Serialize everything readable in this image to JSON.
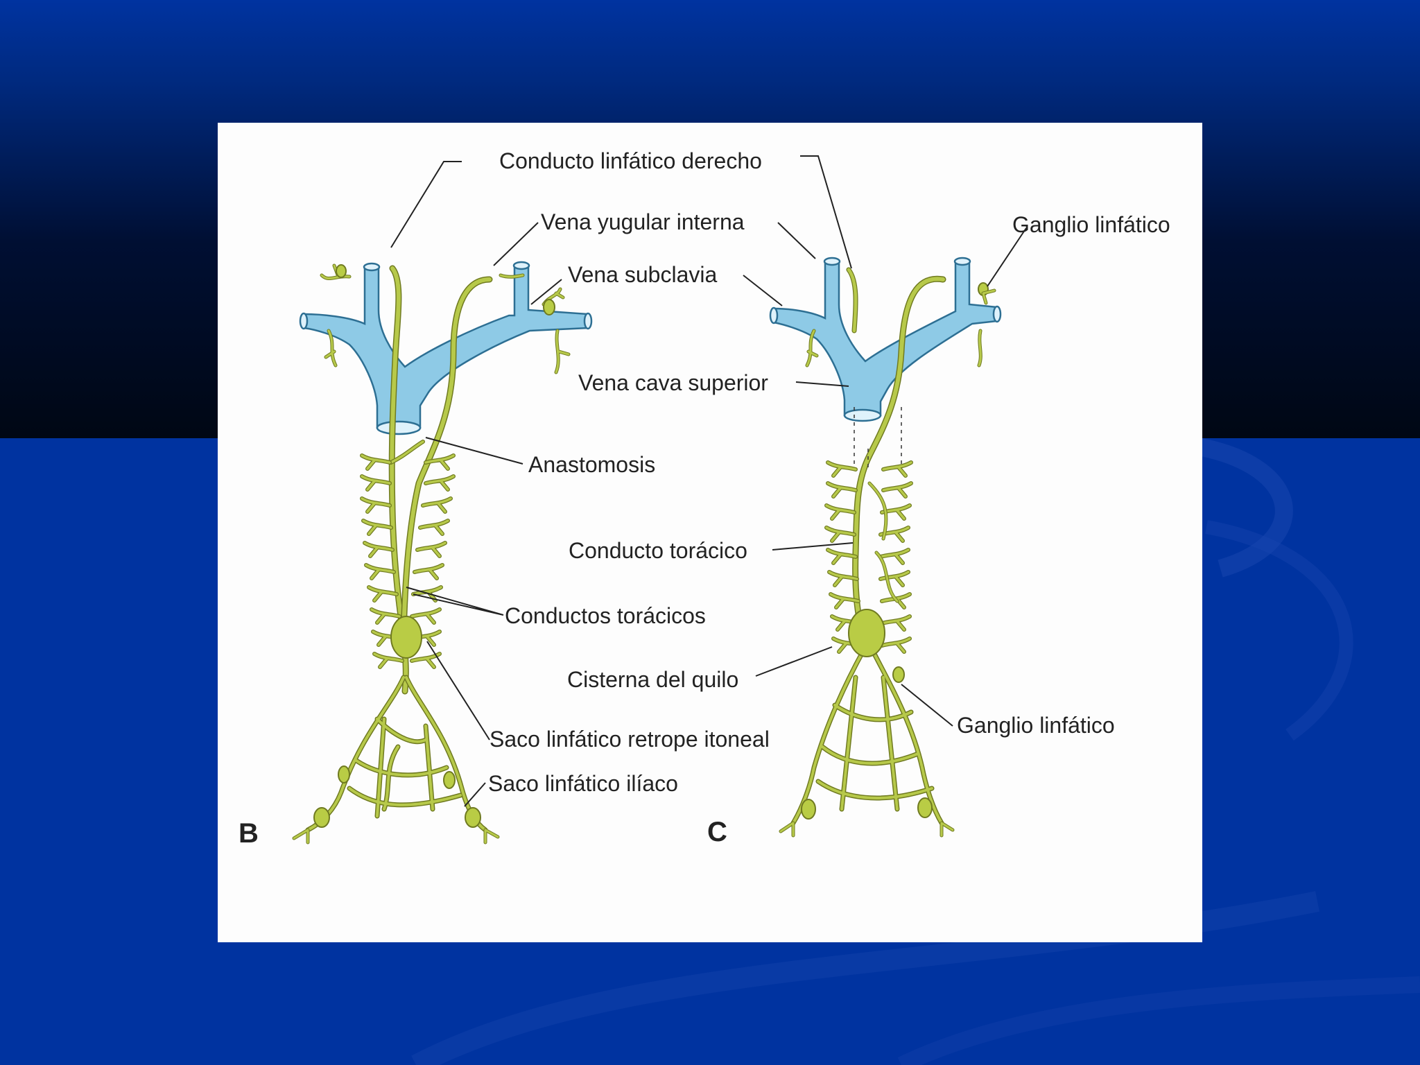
{
  "colors": {
    "slide_blue": "#0033a0",
    "slide_band_dark": "#000a1c",
    "panel_background": "#fdfdfd",
    "vein": "#8ecae6",
    "lymph_duct": "#b7c94a"
  },
  "figure": {
    "panel_b": {
      "letter": "B",
      "labels": {
        "right_lymphatic_duct": "Conducto linfático derecho",
        "internal_jugular_vein": "Vena yugular interna",
        "subclavian_vein": "Vena subclavia",
        "anastomosis": "Anastomosis",
        "thoracic_ducts": "Conductos torácicos",
        "retroperitoneal_sac": "Saco linfático retrope itoneal",
        "iliac_sac": "Saco linfático ilíaco"
      }
    },
    "panel_c": {
      "letter": "C",
      "labels": {
        "lymph_node_top": "Ganglio linfático",
        "superior_vena_cava": "Vena cava superior",
        "thoracic_duct": "Conducto torácico",
        "cisterna_chyli": "Cisterna del quilo",
        "lymph_node_bottom": "Ganglio linfático"
      }
    }
  }
}
